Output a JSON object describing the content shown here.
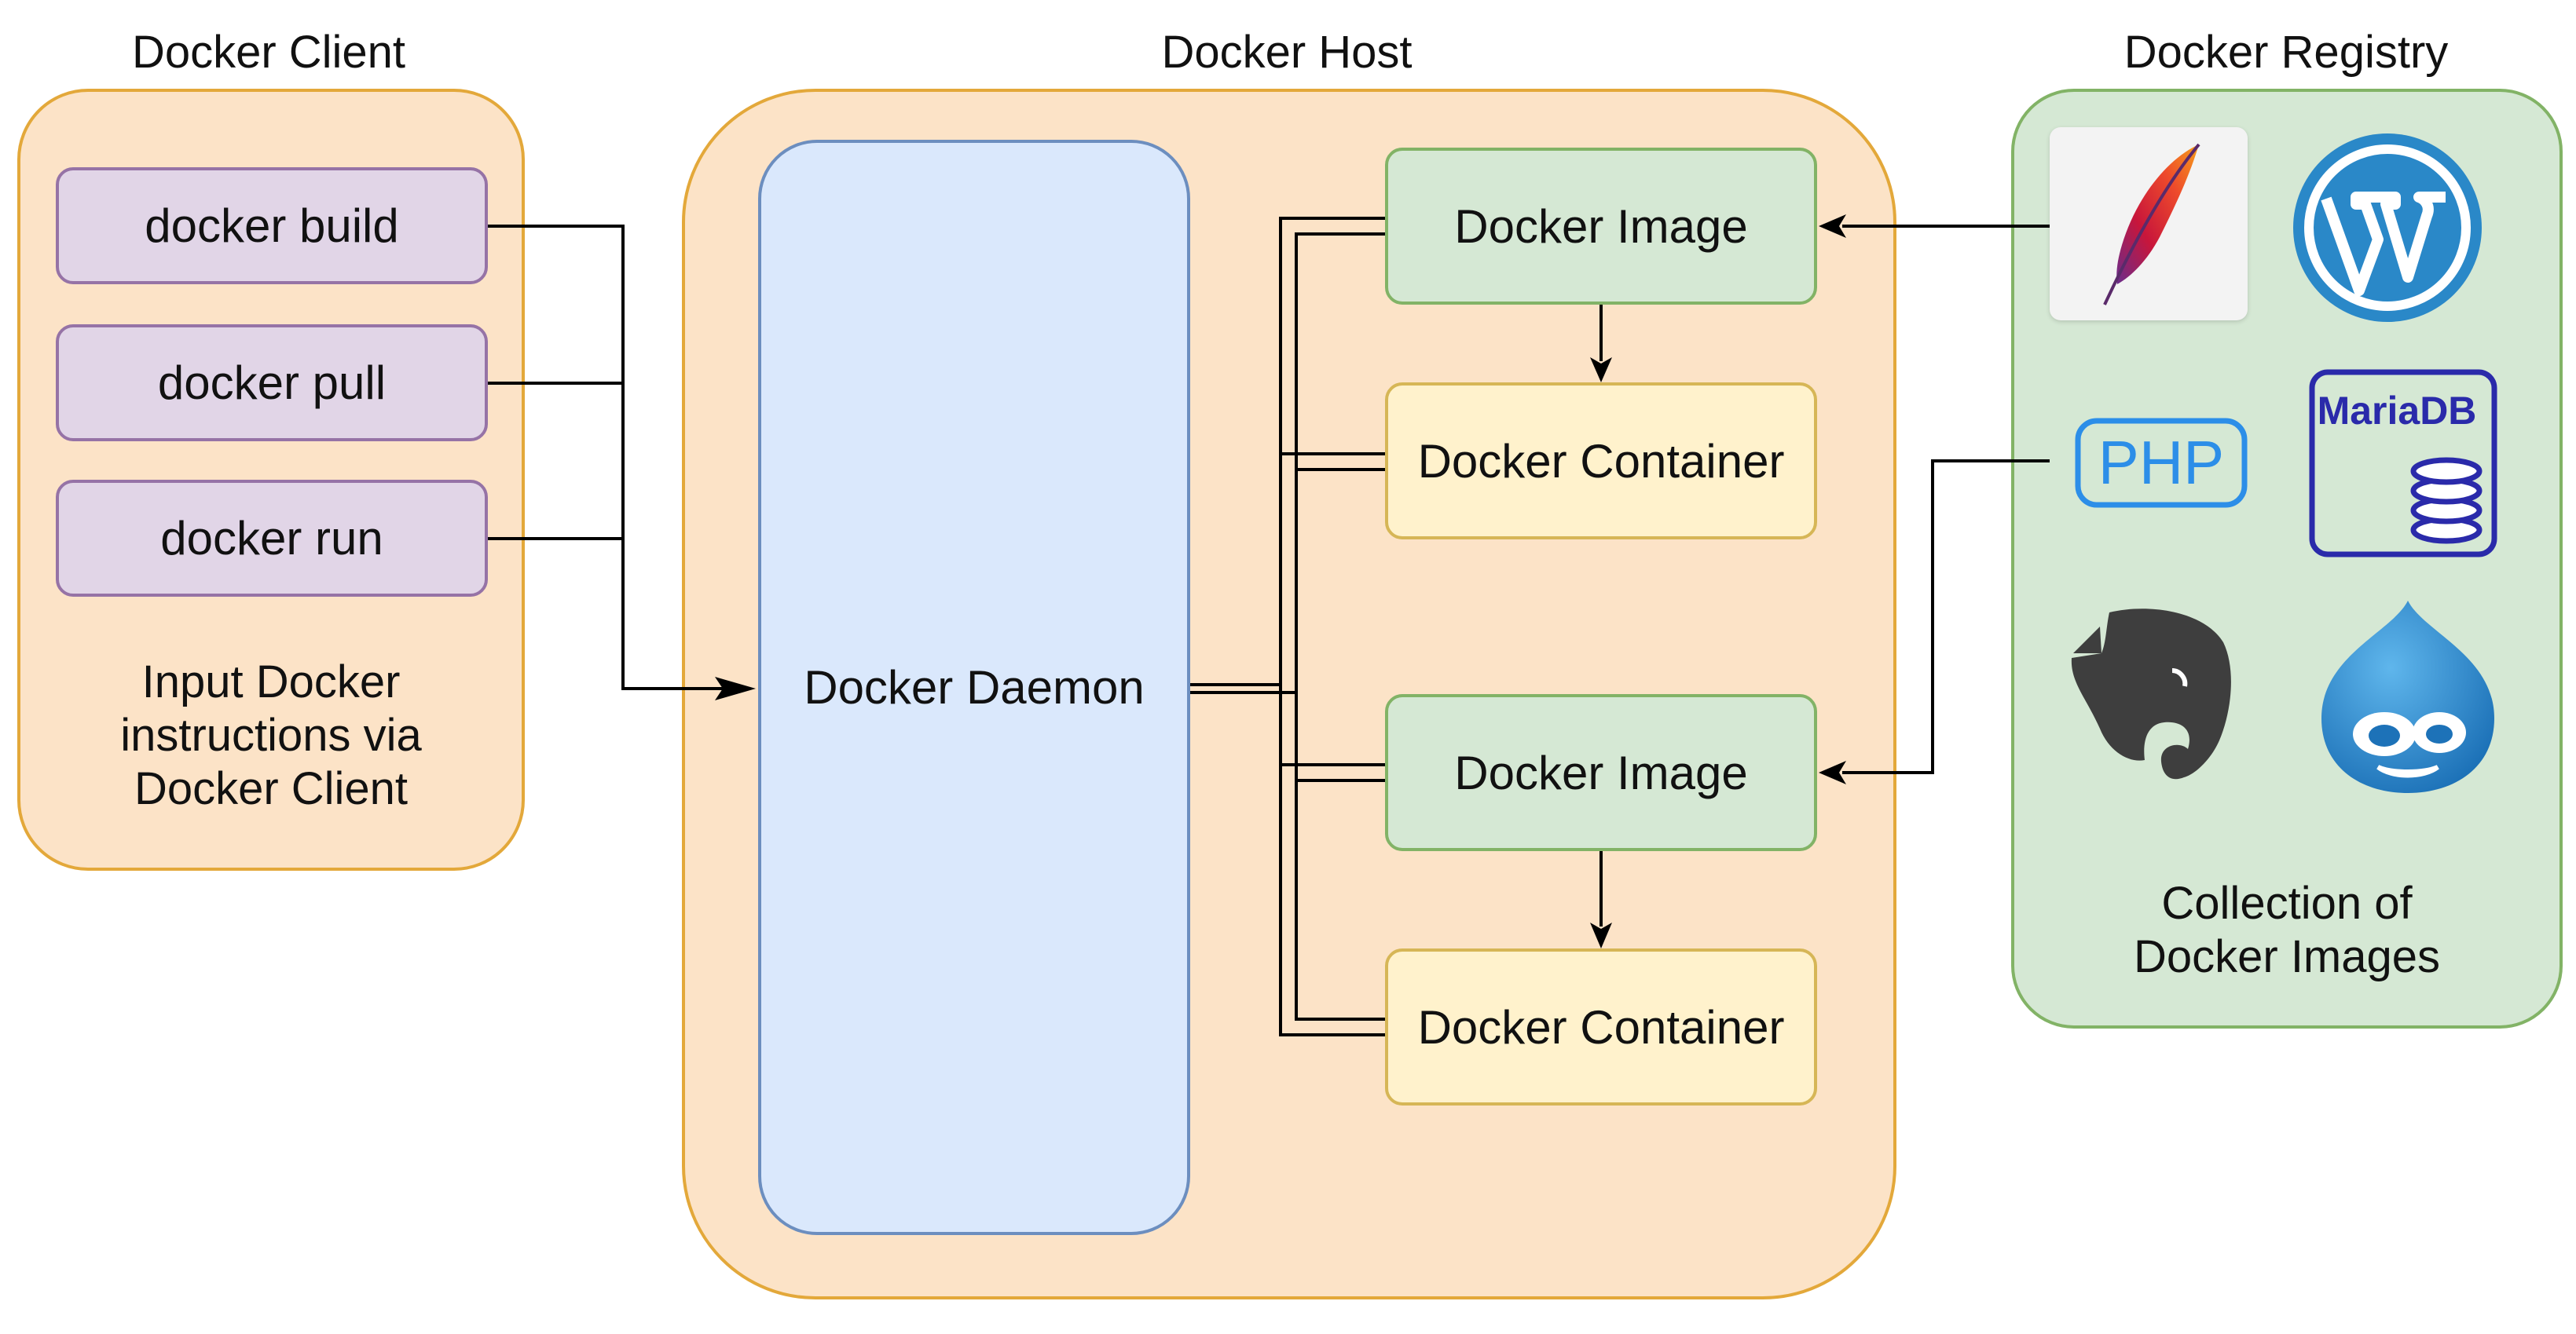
{
  "client": {
    "title": "Docker Client",
    "commands": [
      "docker build",
      "docker pull",
      "docker run"
    ],
    "caption": "Input Docker\ninstructions via\nDocker Client"
  },
  "host": {
    "title": "Docker Host",
    "daemon_label": "Docker Daemon",
    "image_label": "Docker Image",
    "container_label": "Docker Container"
  },
  "registry": {
    "title": "Docker Registry",
    "caption": "Collection of\nDocker Images",
    "icons": [
      "apache-feather",
      "wordpress",
      "php",
      "mariadb",
      "evernote",
      "drupal"
    ],
    "php_text": "PHP",
    "mariadb_text": "MariaDB"
  },
  "colors": {
    "group_fill": "#fce3c7",
    "group_border": "#e3a83a",
    "daemon_fill": "#dae8fc",
    "daemon_border": "#6c8ebf",
    "registry_fill": "#d5e8d4",
    "registry_border": "#82b366"
  }
}
